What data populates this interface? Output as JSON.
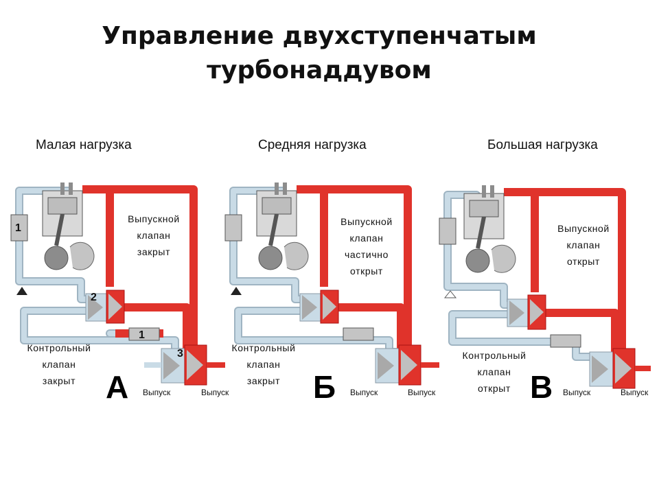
{
  "title": {
    "line1": "Управление двухступенчатым",
    "line2": "турбонаддувом"
  },
  "panels": [
    {
      "heading": "Малая нагрузка",
      "letter": "А",
      "exhaust_valve": [
        "Выпускной",
        "клапан",
        "закрыт"
      ],
      "control_valve": [
        "Контрольный",
        "клапан",
        "закрыт"
      ],
      "outlet_left": "Выпуск",
      "outlet_right": "Выпуск",
      "numbers": [
        "1",
        "2",
        "1",
        "3"
      ]
    },
    {
      "heading": "Средняя нагрузка",
      "letter": "Б",
      "exhaust_valve": [
        "Выпускной",
        "клапан",
        "частично",
        "открыт"
      ],
      "control_valve": [
        "Контрольный",
        "клапан",
        "закрыт"
      ],
      "outlet_left": "Выпуск",
      "outlet_right": "Выпуск"
    },
    {
      "heading": "Большая нагрузка",
      "letter": "В",
      "exhaust_valve": [
        "Выпускной",
        "клапан",
        "открыт"
      ],
      "control_valve": [
        "Контрольный",
        "клапан",
        "открыт"
      ],
      "outlet_left": "Выпуск",
      "outlet_right": "Выпуск"
    }
  ],
  "colors": {
    "hot_exhaust": "#e0332b",
    "cold_intake": "#c9dbe6",
    "intake_outline": "#9fb4c2",
    "metal": "#a9a9a9"
  }
}
